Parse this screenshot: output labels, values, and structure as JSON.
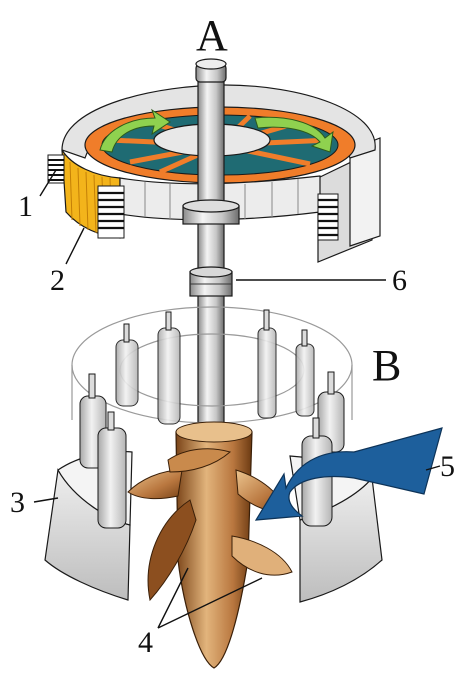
{
  "labels": {
    "A": "A",
    "B": "B",
    "n1": "1",
    "n2": "2",
    "n3": "3",
    "n4": "4",
    "n5": "5",
    "n6": "6"
  },
  "colors": {
    "outline": "#1a1a1a",
    "steel_light": "#e2e2e2",
    "steel_mid": "#b9b9b9",
    "steel_dark": "#7d7d7d",
    "rotor_teal": "#1f6b73",
    "rotor_orange": "#f07d2a",
    "stator_yellow": "#f3b41b",
    "arrow_green": "#8fd14f",
    "flow_blue": "#1d5f9c",
    "runner_bronze": "#b9773f",
    "runner_light": "#e2b47c",
    "runner_dark": "#7a4418"
  }
}
